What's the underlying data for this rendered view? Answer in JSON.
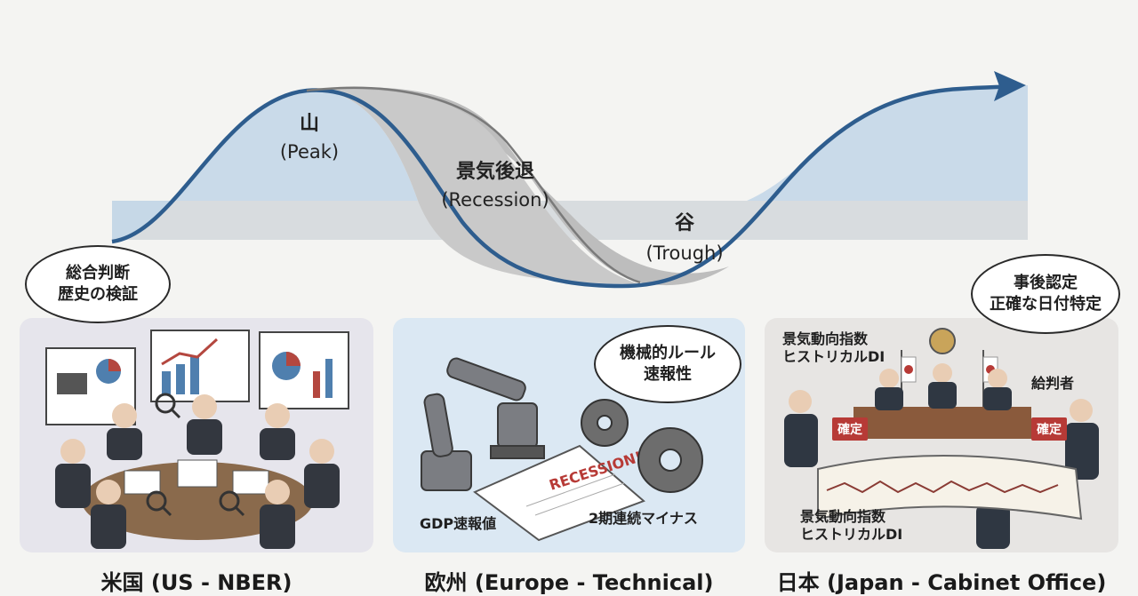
{
  "cycle": {
    "peak": {
      "jp": "山",
      "en": "(Peak)"
    },
    "recession": {
      "jp": "景気後退",
      "en": "(Recession)"
    },
    "trough": {
      "jp": "谷",
      "en": "(Trough)"
    },
    "colors": {
      "curve": "#2e5d8e",
      "fill_blue": "#c4d7e8",
      "fill_gray": "#c6c6c6"
    }
  },
  "us": {
    "bubble": {
      "line1": "総合判断",
      "line2": "歴史の検証"
    },
    "caption": "米国 (US - NBER)"
  },
  "europe": {
    "bubble": {
      "line1": "機械的ルール",
      "line2": "速報性"
    },
    "stamp_text": "RECESSION!",
    "gdp_label": "GDP速報値",
    "rule_label": "2期連続マイナス",
    "caption": "欧州 (Europe - Technical)"
  },
  "japan": {
    "bubble": {
      "line1": "事後認定",
      "line2": "正確な日付特定"
    },
    "di_top": {
      "line1": "景気動向指数",
      "line2": "ヒストリカルDI"
    },
    "di_bottom": {
      "line1": "景気動向指数",
      "line2": "ヒストリカルDI"
    },
    "judges": "給判者",
    "confirm_left": "確定",
    "confirm_right": "確定",
    "caption": "日本 (Japan - Cabinet Office)"
  },
  "icons": [
    "arrow-icon",
    "gear-icon",
    "robot-arm-icon",
    "magnifier-icon",
    "chart-board-icon",
    "flag-icon",
    "scroll-icon",
    "emblem-icon"
  ]
}
